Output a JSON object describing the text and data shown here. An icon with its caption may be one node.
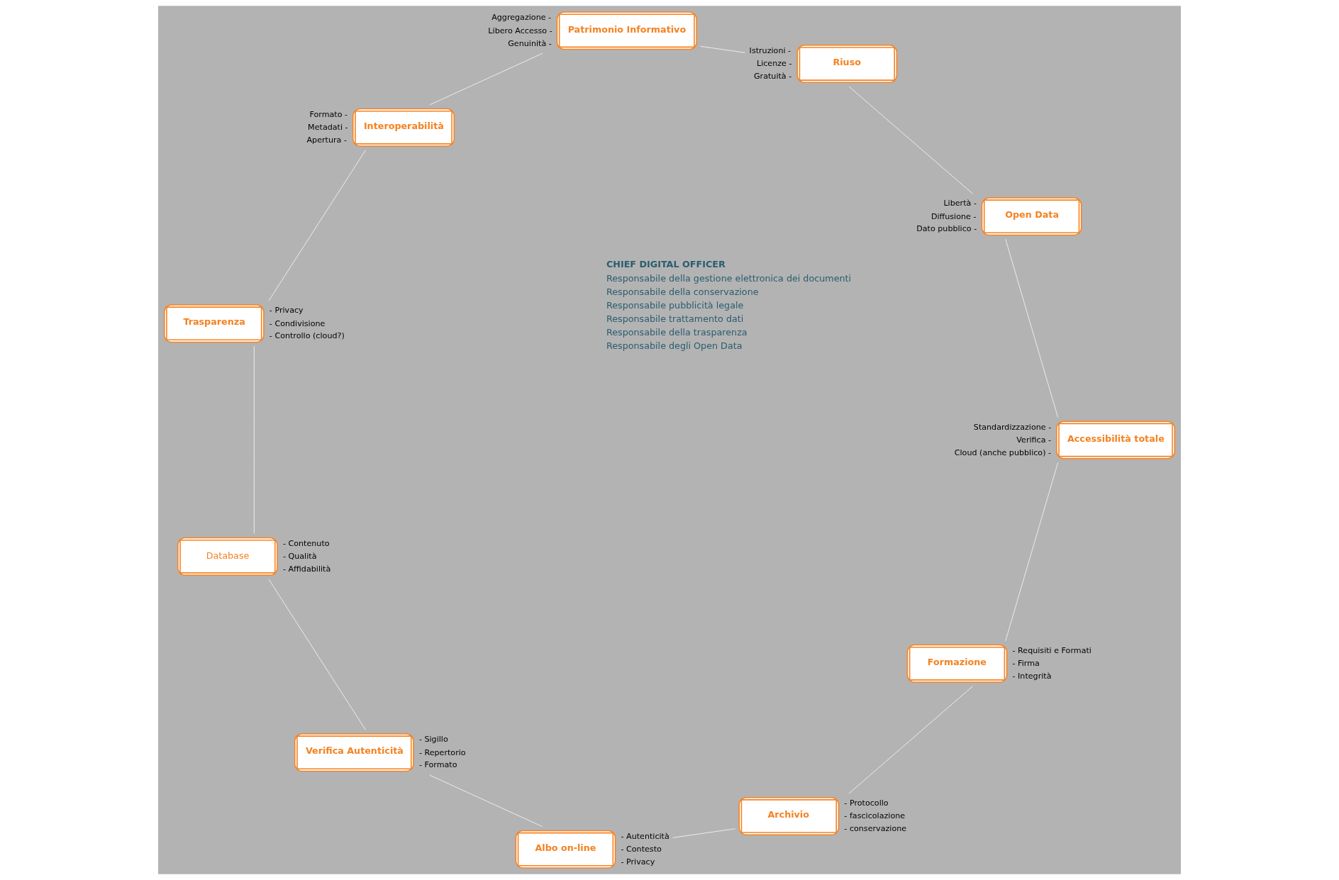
{
  "diagram": {
    "nodes": [
      {
        "text": [
          "Formazione"
        ],
        "beside": [
          "- Requisiti e Formati",
          "- Firma",
          "- Integrità"
        ]
      },
      {
        "text": [
          "Archivio"
        ],
        "beside": [
          "- Protocollo",
          "- fascicolazione",
          "- conservazione"
        ]
      },
      {
        "text": [
          "Albo on-line"
        ],
        "beside": [
          "- Autenticità",
          "- Contesto",
          "- Privacy"
        ]
      },
      {
        "text": [
          "Verifica Autenticità"
        ],
        "beside": [
          "- Sigillo",
          "- Repertorio",
          "- Formato"
        ]
      },
      {
        "text": [
          "Database"
        ],
        "beside": [
          "- Contenuto",
          "- Qualità",
          "- Affidabilità"
        ]
      },
      {
        "text": [
          "Trasparenza"
        ],
        "beside": [
          "- Privacy",
          "- Condivisione",
          "- Controllo (cloud?)"
        ]
      },
      {
        "text": [
          "Interoperabilità"
        ],
        "beside": [
          "Formato -",
          "Metadati -",
          "Apertura -"
        ]
      },
      {
        "text": [
          "Patrimonio Informativo"
        ],
        "beside": [
          "Aggregazione -",
          "Libero Accesso -",
          "Genuinità -"
        ]
      },
      {
        "text": [
          "Riuso"
        ],
        "beside": [
          "Istruzioni -",
          "Licenze -",
          "Gratuità -"
        ]
      },
      {
        "text": [
          "Open Data"
        ],
        "beside": [
          "Libertà -",
          "Diffusione -",
          "Dato pubblico -"
        ]
      },
      {
        "text": [
          "Accessibilità totale"
        ],
        "beside": [
          "Standardizzazione -",
          "Verifica -",
          "Cloud (anche pubblico) -"
        ]
      }
    ],
    "edges": [
      {
        "from": 0,
        "to": 1,
        "arrow": "none"
      },
      {
        "from": 1,
        "to": 2,
        "arrow": "none"
      },
      {
        "from": 2,
        "to": 3,
        "arrow": "none"
      },
      {
        "from": 3,
        "to": 4,
        "arrow": "none"
      },
      {
        "from": 4,
        "to": 5,
        "arrow": "none"
      },
      {
        "from": 5,
        "to": 6,
        "arrow": "none"
      },
      {
        "from": 6,
        "to": 7,
        "arrow": "none"
      },
      {
        "from": 7,
        "to": 8,
        "arrow": "none"
      },
      {
        "from": 8,
        "to": 9,
        "arrow": "none"
      },
      {
        "from": 9,
        "to": 10,
        "arrow": "none"
      },
      {
        "from": 10,
        "to": 0,
        "arrow": "none"
      }
    ],
    "labels": [
      "CHIEF DIGITAL OFFICER",
      "Responsabile della gestione elettronica dei documenti",
      "Responsabile della conservazione",
      "Responsabile pubblicità legale",
      "Responsabile trattamento dati",
      "Responsabile della trasparenza",
      "Responsabile degli Open Data"
    ]
  }
}
